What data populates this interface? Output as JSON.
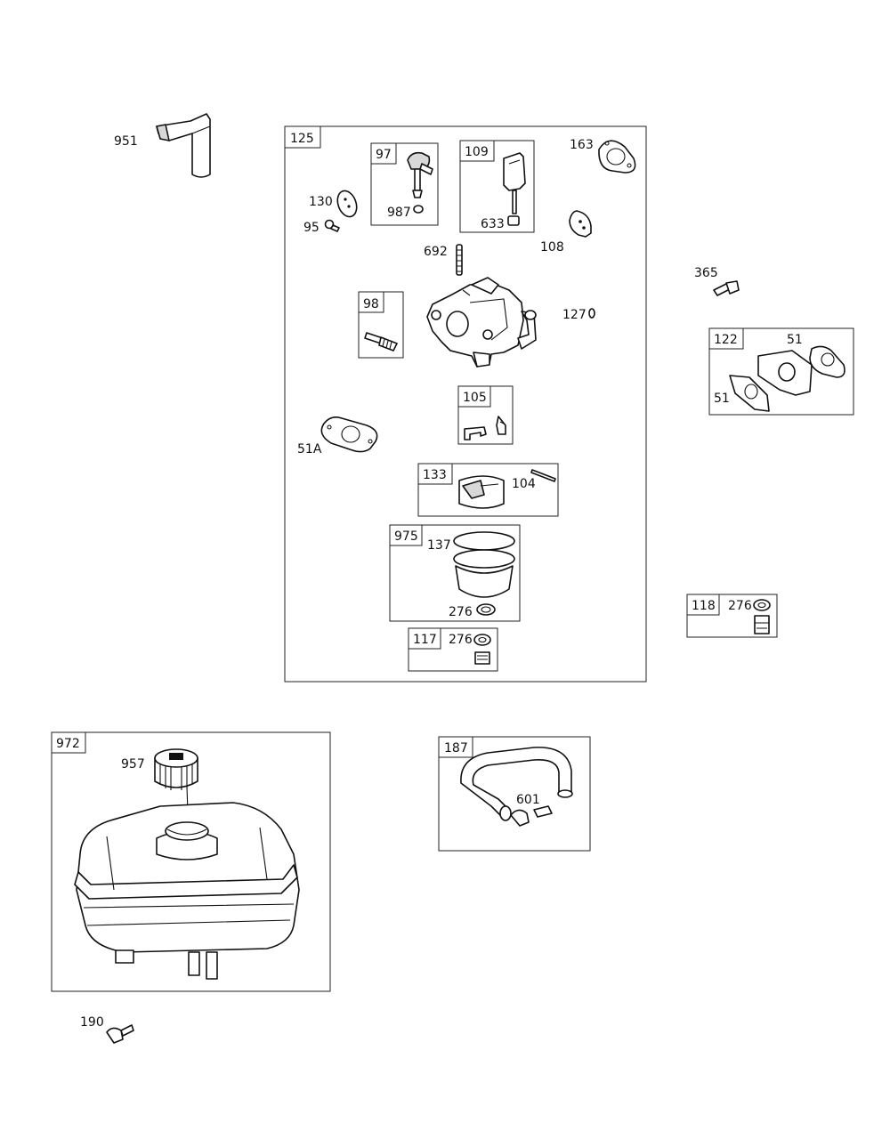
{
  "groups": [
    {
      "id": "125",
      "label": "125"
    },
    {
      "id": "97",
      "label": "97"
    },
    {
      "id": "109",
      "label": "109"
    },
    {
      "id": "98",
      "label": "98"
    },
    {
      "id": "105",
      "label": "105"
    },
    {
      "id": "133",
      "label": "133"
    },
    {
      "id": "975",
      "label": "975"
    },
    {
      "id": "117",
      "label": "117"
    },
    {
      "id": "122",
      "label": "122"
    },
    {
      "id": "118",
      "label": "118"
    },
    {
      "id": "972",
      "label": "972"
    },
    {
      "id": "187",
      "label": "187"
    }
  ],
  "callouts": [
    {
      "id": "951",
      "label": "951"
    },
    {
      "id": "163",
      "label": "163"
    },
    {
      "id": "130",
      "label": "130"
    },
    {
      "id": "95",
      "label": "95"
    },
    {
      "id": "987",
      "label": "987"
    },
    {
      "id": "633",
      "label": "633"
    },
    {
      "id": "108",
      "label": "108"
    },
    {
      "id": "692",
      "label": "692"
    },
    {
      "id": "365",
      "label": "365"
    },
    {
      "id": "127",
      "label": "127"
    },
    {
      "id": "51-right",
      "label": "51"
    },
    {
      "id": "51-left",
      "label": "51"
    },
    {
      "id": "51A",
      "label": "51A"
    },
    {
      "id": "104",
      "label": "104"
    },
    {
      "id": "137",
      "label": "137"
    },
    {
      "id": "276-975",
      "label": "276"
    },
    {
      "id": "276-117",
      "label": "276"
    },
    {
      "id": "276-118",
      "label": "276"
    },
    {
      "id": "957",
      "label": "957"
    },
    {
      "id": "601",
      "label": "601"
    },
    {
      "id": "190",
      "label": "190"
    }
  ]
}
